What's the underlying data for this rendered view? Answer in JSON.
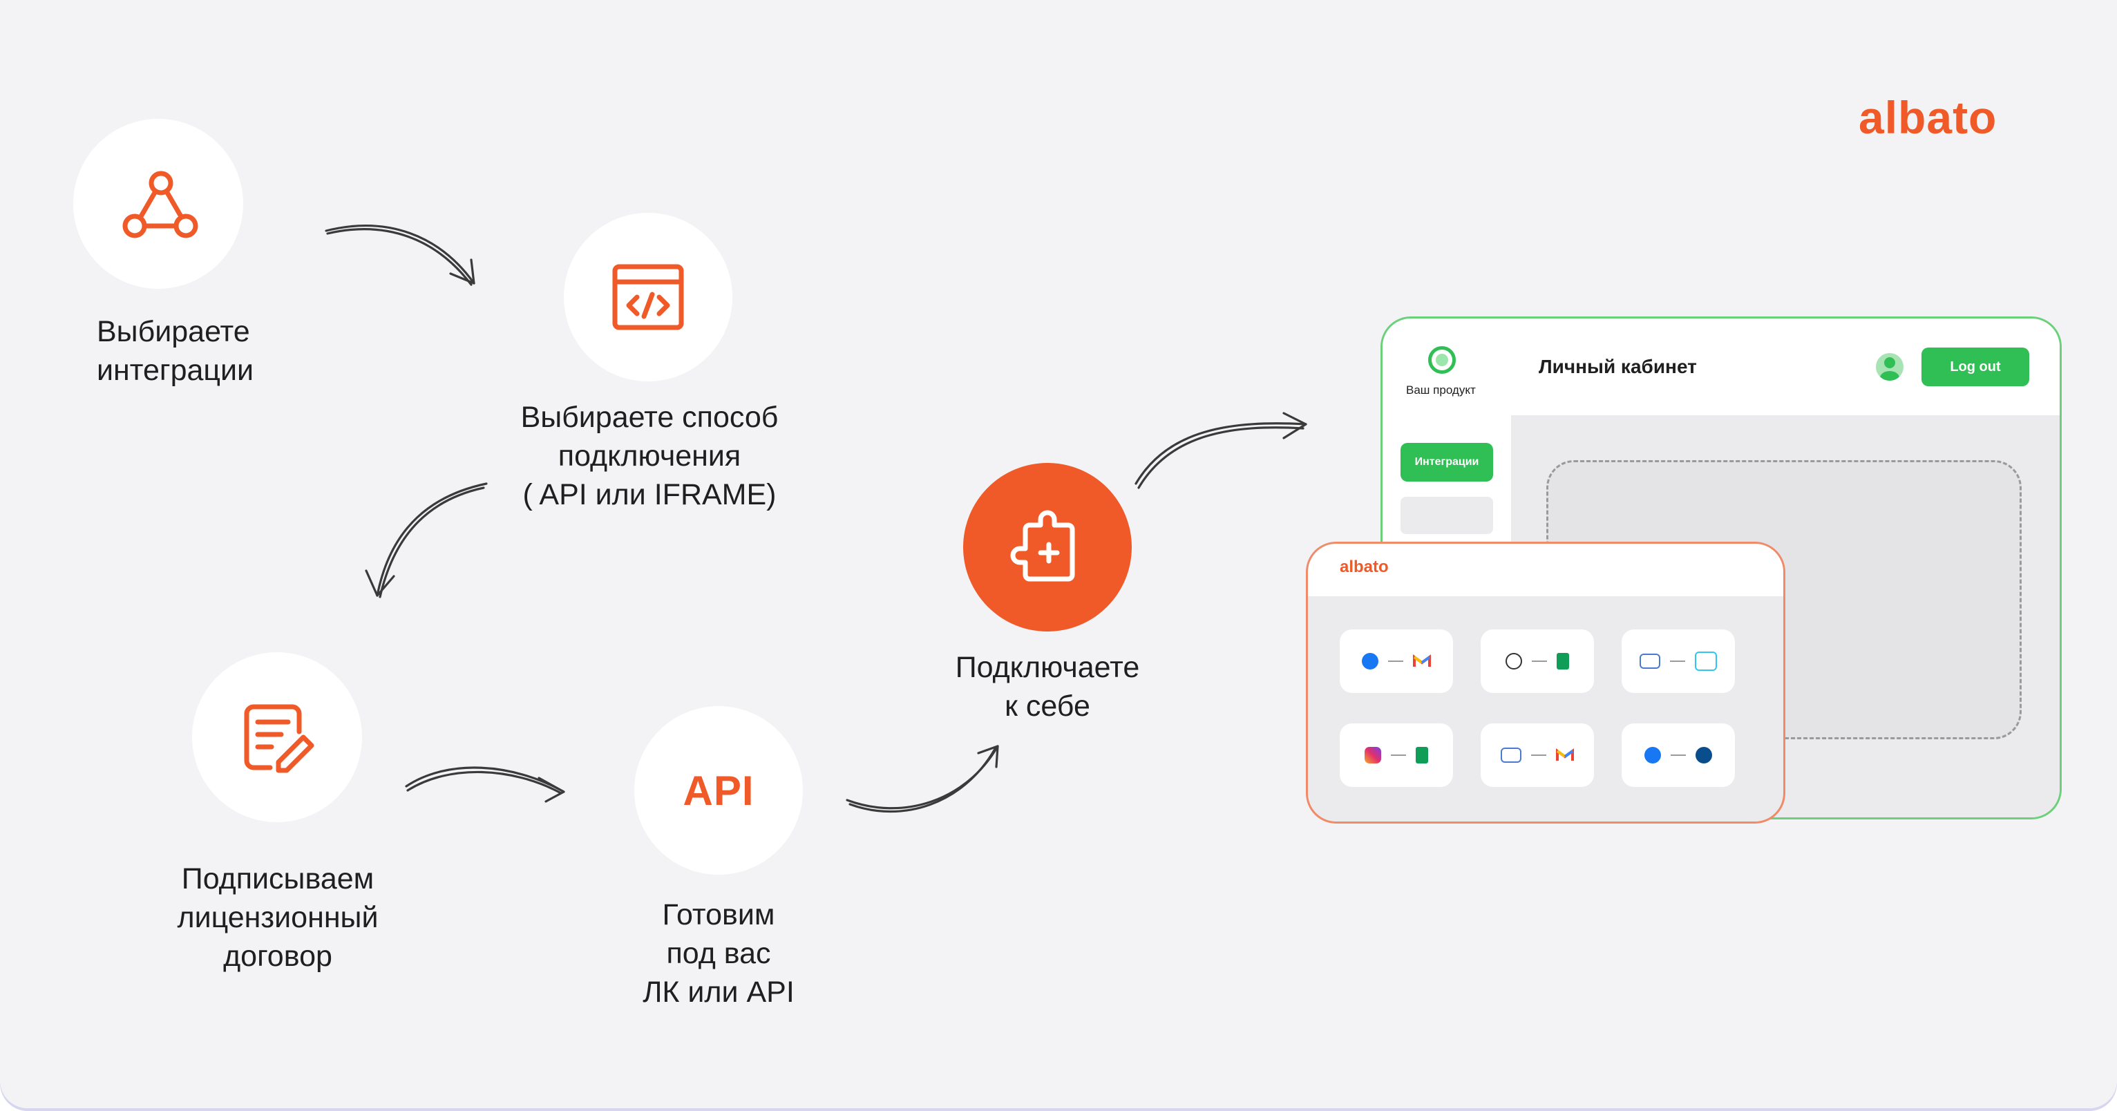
{
  "brand": {
    "logo": "albato",
    "accent": "#f05a28",
    "green": "#2fbf55"
  },
  "steps": [
    {
      "id": "choose-integrations",
      "label_lines": [
        "Выбираете",
        "интеграции"
      ],
      "icon": "graph-nodes-icon"
    },
    {
      "id": "choose-connection",
      "label_lines": [
        "Выбираете способ",
        "подключения",
        "( API или IFRAME)"
      ],
      "icon": "code-window-icon"
    },
    {
      "id": "sign-license",
      "label_lines": [
        "Подписываем",
        "лицензионный",
        "договор"
      ],
      "icon": "document-edit-icon"
    },
    {
      "id": "prepare",
      "label_lines": [
        "Готовим",
        "под вас",
        "ЛК или API"
      ],
      "icon_text": "API"
    },
    {
      "id": "connect",
      "label_lines": [
        "Подключаете",
        "к себе"
      ],
      "icon": "puzzle-plus-icon"
    }
  ],
  "cabinet": {
    "product_label": "Ваш продукт",
    "title": "Личный кабинет",
    "logout_label": "Log out",
    "sidebar_button": "Интеграции"
  },
  "embed": {
    "logo": "albato",
    "tiles": [
      {
        "from": "facebook-icon",
        "to": "gmail-icon"
      },
      {
        "from": "tilda-icon",
        "to": "google-sheets-icon"
      },
      {
        "from": "lpgenerator-icon",
        "to": "bitrix24-icon"
      },
      {
        "from": "instagram-icon",
        "to": "google-sheets-icon"
      },
      {
        "from": "lpgenerator-icon",
        "to": "gmail-icon"
      },
      {
        "from": "facebook-icon",
        "to": "zoho-icon"
      }
    ]
  }
}
